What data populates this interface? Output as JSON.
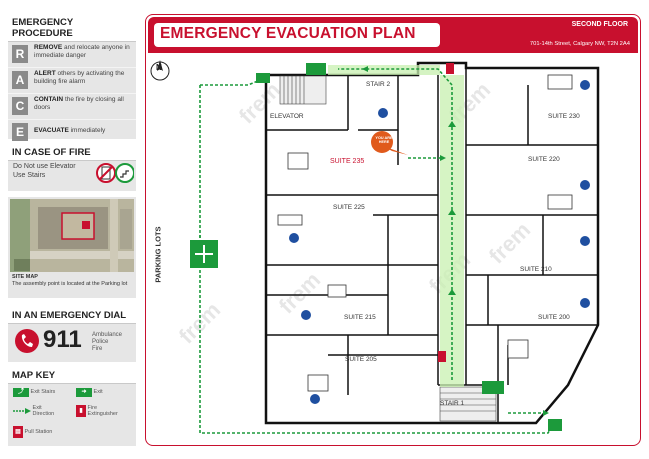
{
  "procedure": {
    "title": "EMERGENCY PROCEDURE",
    "steps": [
      {
        "letter": "R",
        "keyword": "REMOVE",
        "text": "and relocate anyone in immediate danger"
      },
      {
        "letter": "A",
        "keyword": "ALERT",
        "text": "others by activating the building fire alarm"
      },
      {
        "letter": "C",
        "keyword": "CONTAIN",
        "text": "the fire by closing all doors"
      },
      {
        "letter": "E",
        "keyword": "EVACUATE",
        "text": "immediately"
      }
    ]
  },
  "fire": {
    "title": "IN CASE OF FIRE",
    "line1": "Do Not use Elevator",
    "line2": "Use Stairs"
  },
  "site_map": {
    "title": "SITE MAP",
    "caption": "The assembly point is located at the Parking lot"
  },
  "dial": {
    "title": "IN AN EMERGENCY DIAL",
    "number": "911",
    "services": [
      "Ambulance",
      "Police",
      "Fire"
    ]
  },
  "map_key": {
    "title": "MAP KEY",
    "items": [
      {
        "label": "Exit Stairs",
        "icon": "exit-stairs-icon"
      },
      {
        "label": "Exit",
        "icon": "exit-sign-icon"
      },
      {
        "label": "Exit Direction",
        "icon": "exit-direction-icon"
      },
      {
        "label": "Fire Extinguisher",
        "icon": "fire-extinguisher-icon"
      },
      {
        "label": "Pull Station",
        "icon": "pull-station-icon"
      }
    ]
  },
  "plan": {
    "title": "EMERGENCY EVACUATION PLAN",
    "floor": "SECOND FLOOR",
    "address": "701-14th Street, Calgary NW, T2N 2A4",
    "north": "N",
    "parking": "PARKING LOTS",
    "you_are_here": "YOU ARE HERE",
    "rooms": {
      "stair2": "STAIR 2",
      "elevator": "ELEVATOR",
      "suite235": "SUITE 235",
      "suite225": "SUITE 225",
      "suite215": "SUITE 215",
      "suite205": "SUITE 205",
      "suite230": "SUITE 230",
      "suite220": "SUITE 220",
      "suite210": "SUITE 210",
      "suite200": "SUITE 200",
      "stair1": "STAIR 1"
    },
    "watermark": "frem"
  },
  "colors": {
    "brand_red": "#c8102e",
    "exit_green": "#1c9a3b",
    "route_green": "#9be07a",
    "panel_grey": "#e6e6e6",
    "letter_grey": "#8a8a8a",
    "hazard_blue": "#1f4fa0"
  }
}
